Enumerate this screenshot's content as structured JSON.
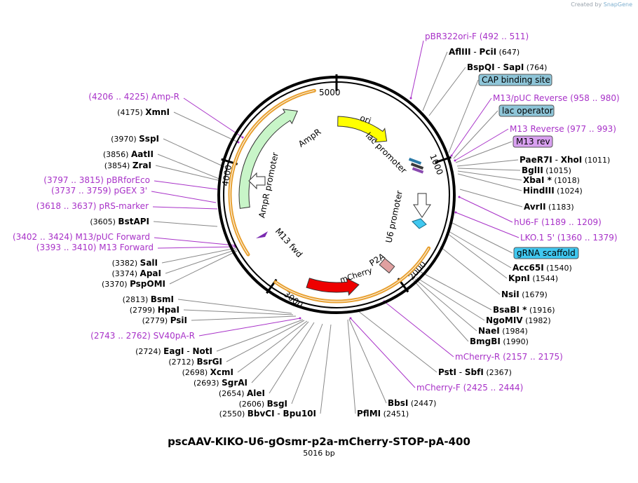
{
  "header": {
    "credit_prefix": "Created by",
    "credit_brand": "SnapGene"
  },
  "plasmid": {
    "name": "pscAAV-KIKO-U6-gOsmr-p2a-mCherry-STOP-pA-400",
    "size_label": "5016 bp"
  },
  "ticks": [
    "5000",
    "1000",
    "2000",
    "3000",
    "4000"
  ],
  "features": {
    "ori": "ori",
    "ampr": "AmpR",
    "ampr_promoter": "AmpR promoter",
    "lac_promoter": "lac promoter",
    "u6_promoter": "U6 promoter",
    "p2a": "P2A",
    "mcherry": "mCherry",
    "m13_fwd": "M13 fwd"
  },
  "boxes": {
    "cap": "CAP binding site",
    "lac_operator": "lac operator",
    "m13_rev": "M13 rev",
    "grna": "gRNA scaffold"
  },
  "primers_right": [
    {
      "name": "pBR322ori-F",
      "pos": "(492 .. 511)"
    },
    {
      "name": "M13/pUC Reverse",
      "pos": "(958 .. 980)"
    },
    {
      "name": "M13 Reverse",
      "pos": "(977 .. 993)"
    },
    {
      "name": "hU6-F",
      "pos": "(1189 .. 1209)"
    },
    {
      "name": "LKO.1 5'",
      "pos": "(1360 .. 1379)"
    },
    {
      "name": "mCherry-R",
      "pos": "(2157 .. 2175)"
    },
    {
      "name": "mCherry-F",
      "pos": "(2425 .. 2444)"
    }
  ],
  "primers_left": [
    {
      "name": "Amp-R",
      "pos": "(4206 .. 4225)"
    },
    {
      "name": "pBRforEco",
      "pos": "(3797 .. 3815)"
    },
    {
      "name": "pGEX 3'",
      "pos": "(3737 .. 3759)"
    },
    {
      "name": "pRS-marker",
      "pos": "(3618 .. 3637)"
    },
    {
      "name": "M13/pUC Forward",
      "pos": "(3402 .. 3424)"
    },
    {
      "name": "M13 Forward",
      "pos": "(3393 .. 3410)"
    },
    {
      "name": "SV40pA-R",
      "pos": "(2743 .. 2762)"
    }
  ],
  "enzymes_right": [
    {
      "name": "AflIII",
      "name2": "PciI",
      "pos": "(647)"
    },
    {
      "name": "BspQI",
      "name2": "SapI",
      "pos": "(764)"
    },
    {
      "name": "PaeR7I",
      "name2": "XhoI",
      "pos": "(1011)"
    },
    {
      "name": "BglII",
      "pos": "(1015)"
    },
    {
      "name": "XbaI *",
      "pos": "(1018)"
    },
    {
      "name": "HindIII",
      "pos": "(1024)"
    },
    {
      "name": "AvrII",
      "pos": "(1183)"
    },
    {
      "name": "Acc65I",
      "pos": "(1540)"
    },
    {
      "name": "KpnI",
      "pos": "(1544)"
    },
    {
      "name": "NsiI",
      "pos": "(1679)"
    },
    {
      "name": "BsaBI *",
      "pos": "(1916)"
    },
    {
      "name": "NgoMIV",
      "pos": "(1982)"
    },
    {
      "name": "NaeI",
      "pos": "(1984)"
    },
    {
      "name": "BmgBI",
      "pos": "(1990)"
    },
    {
      "name": "PstI",
      "name2": "SbfI",
      "pos": "(2367)"
    },
    {
      "name": "BbsI",
      "pos": "(2447)"
    },
    {
      "name": "PflMI",
      "pos": "(2451)"
    }
  ],
  "enzymes_left": [
    {
      "name": "XmnI",
      "pos": "(4175)"
    },
    {
      "name": "SspI",
      "pos": "(3970)"
    },
    {
      "name": "AatII",
      "pos": "(3856)"
    },
    {
      "name": "ZraI",
      "pos": "(3854)"
    },
    {
      "name": "BstAPI",
      "pos": "(3605)"
    },
    {
      "name": "SalI",
      "pos": "(3382)"
    },
    {
      "name": "ApaI",
      "pos": "(3374)"
    },
    {
      "name": "PspOMI",
      "pos": "(3370)"
    },
    {
      "name": "BsmI",
      "pos": "(2813)"
    },
    {
      "name": "HpaI",
      "pos": "(2799)"
    },
    {
      "name": "PsiI",
      "pos": "(2779)"
    },
    {
      "name": "EagI",
      "name2": "NotI",
      "pos": "(2724)"
    },
    {
      "name": "BsrGI",
      "pos": "(2712)"
    },
    {
      "name": "XcmI",
      "pos": "(2698)"
    },
    {
      "name": "SgrAI",
      "pos": "(2693)"
    },
    {
      "name": "AleI",
      "pos": "(2654)"
    },
    {
      "name": "BsgI",
      "pos": "(2606)"
    },
    {
      "name": "BbvCI",
      "name2": "Bpu10I",
      "pos": "(2550)"
    }
  ],
  "colors": {
    "primer": "#a832c8",
    "ori": "#ffff00",
    "ampr": "#c8f5c8",
    "mcherry": "#ee0000",
    "u6": "#ffffff",
    "orange_band": "#e8a030",
    "box_blue": "#8ec5d8",
    "box_violet": "#d8a0f0",
    "box_cyan": "#40c8f0"
  }
}
